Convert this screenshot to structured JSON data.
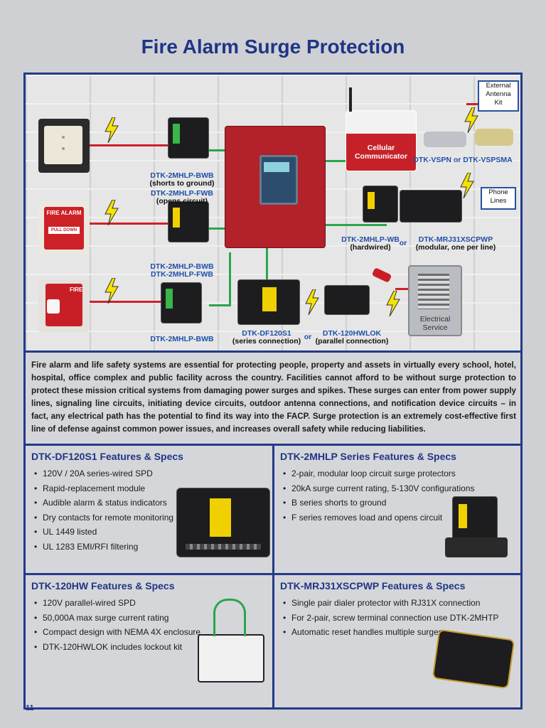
{
  "page": {
    "title": "Fire Alarm Surge Protection",
    "page_number": "11"
  },
  "diagram": {
    "external_antenna": "External\nAntenna\nKit",
    "cellular": "Cellular\nCommunicator",
    "vspn": "DTK-VSPN or DTK-VSPSMA",
    "phone_lines": "Phone\nLines",
    "bwb1_name": "DTK-2MHLP-BWB",
    "bwb1_sub": "(shorts to ground)",
    "fwb1_name": "DTK-2MHLP-FWB",
    "fwb1_sub": "(opens circuit)",
    "wb_name": "DTK-2MHLP-WB",
    "wb_sub": "(hardwired)",
    "or1": "or",
    "mrj_name": "DTK-MRJ31XSCPWP",
    "mrj_sub": "(modular, one per line)",
    "bwb2_name": "DTK-2MHLP-BWB",
    "fwb2_name": "DTK-2MHLP-FWB",
    "bwb3_name": "DTK-2MHLP-BWB",
    "df_name": "DTK-DF120S1",
    "df_sub": "(series connection)",
    "or2": "or",
    "hw_name": "DTK-120HWLOK",
    "hw_sub": "(parallel connection)",
    "electrical": "Electrical\nService",
    "pull_station_text": "FIRE ALARM",
    "pull_down": "PULL DOWN",
    "strobe_text": "FIRE"
  },
  "intro": "Fire alarm and life safety systems are essential for protecting people, property and assets in virtually every school, hotel, hospital, office complex and public facility across the country. Facilities cannot afford to be without surge protection to protect these mission critical systems from damaging power surges and spikes. These surges can enter from power supply lines, signaling line circuits, initiating device circuits, outdoor antenna connections, and notification device circuits – in fact, any electrical path has the potential to find its way into the FACP. Surge protection is an extremely cost-effective first line of defense against common power issues, and increases overall safety while reducing liabilities.",
  "sections": {
    "df120": {
      "title": "DTK-DF120S1 Features & Specs",
      "items": [
        "120V / 20A series-wired SPD",
        "Rapid-replacement module",
        "Audible alarm & status indicators",
        "Dry contacts for remote monitoring",
        "UL 1449 listed",
        "UL 1283 EMI/RFI filtering"
      ]
    },
    "mhlp": {
      "title": "DTK-2MHLP Series Features & Specs",
      "items": [
        "2-pair, modular loop circuit surge protectors",
        "20kA surge current rating, 5-130V configurations",
        "B series shorts to ground",
        "F series removes load and opens circuit"
      ]
    },
    "hw": {
      "title": "DTK-120HW Features & Specs",
      "items": [
        "120V parallel-wired SPD",
        "50,000A max surge current rating",
        "Compact design with NEMA 4X enclosure",
        "DTK-120HWLOK includes lockout kit"
      ]
    },
    "mrj": {
      "title": "DTK-MRJ31XSCPWP Features & Specs",
      "items": [
        "Single pair dialer protector with RJ31X connection",
        "For 2-pair, screw terminal connection use DTK-2MHTP",
        "Automatic reset handles multiple surges"
      ]
    }
  },
  "colors": {
    "title_blue": "#1f3585",
    "frame_blue": "#233a8a",
    "panel_red": "#b3212a",
    "wire_green": "#2aa64a",
    "wire_red": "#d0202a",
    "bolt_yellow": "#f6e300"
  }
}
